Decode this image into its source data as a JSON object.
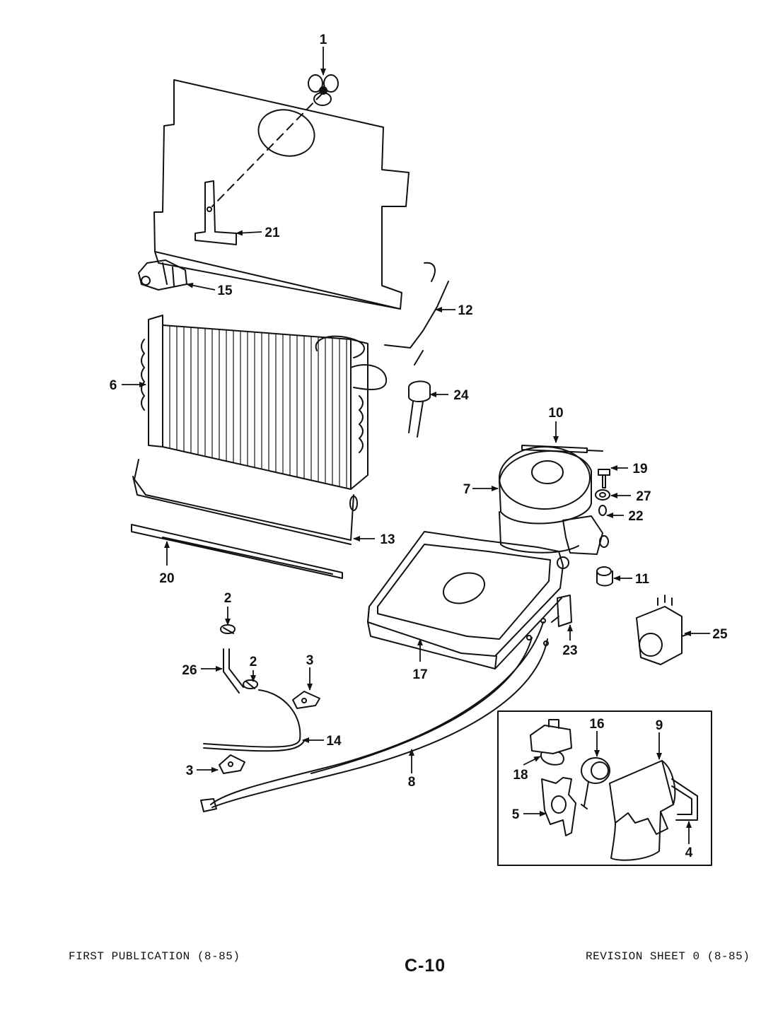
{
  "callouts": [
    "1",
    "2",
    "2",
    "3",
    "3",
    "4",
    "5",
    "6",
    "7",
    "8",
    "9",
    "10",
    "11",
    "12",
    "13",
    "14",
    "15",
    "16",
    "17",
    "18",
    "19",
    "20",
    "21",
    "22",
    "23",
    "24",
    "25",
    "26",
    "27"
  ],
  "footer": {
    "left": "FIRST PUBLICATION (8-85)",
    "right": "REVISION SHEET 0 (8-85)",
    "page_code": "C-10"
  }
}
